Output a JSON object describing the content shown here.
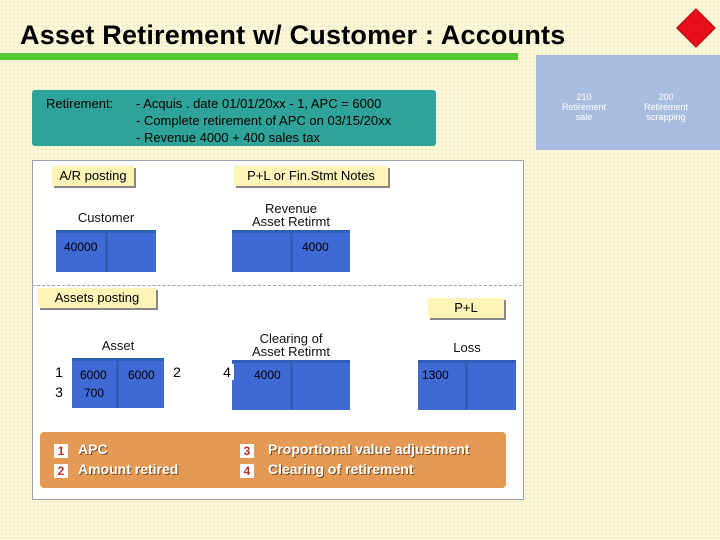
{
  "title": "Asset Retirement w/ Customer : Accounts",
  "retirement": {
    "label": "Retirement:",
    "lines": [
      "- Acquis . date 01/01/20xx - 1, APC = 6000",
      "- Complete retirement of APC on 03/15/20xx",
      "- Revenue 4000 + 400 sales tax"
    ]
  },
  "transaction_types": [
    {
      "code": "210",
      "line1": "Retirement",
      "line2": "sale"
    },
    {
      "code": "200",
      "line1": "Retirement",
      "line2": "scrapping"
    }
  ],
  "sections": {
    "ar_posting": "A/R posting",
    "pl_notes": "P+L or Fin.Stmt Notes",
    "assets_posting": "Assets posting",
    "pl": "P+L"
  },
  "accounts": {
    "customer": {
      "name": "Customer",
      "debit": "40000"
    },
    "revenue": {
      "line1": "Revenue",
      "line2": "Asset Retirmt",
      "credit": "4000"
    },
    "asset": {
      "name": "Asset",
      "debit1": "6000",
      "debit2": "700",
      "credit": "6000"
    },
    "clearing": {
      "line1": "Clearing of",
      "line2": "Asset Retirmt",
      "debit": "4000"
    },
    "loss": {
      "name": "Loss",
      "debit": "1300"
    }
  },
  "badges": {
    "b1": "1",
    "b3": "3",
    "b2": "2",
    "b4": "4"
  },
  "legend": [
    {
      "num": "1",
      "text": "APC"
    },
    {
      "num": "2",
      "text": "Amount retired"
    },
    {
      "num": "3",
      "text": "Proportional  value adjustment"
    },
    {
      "num": "4",
      "text": "Clearing of retirement"
    }
  ],
  "colors": {
    "accent_green": "#52c832",
    "teal": "#2ea39a",
    "account_blue": "#3f6ad6",
    "legend_orange": "#e49a54"
  }
}
